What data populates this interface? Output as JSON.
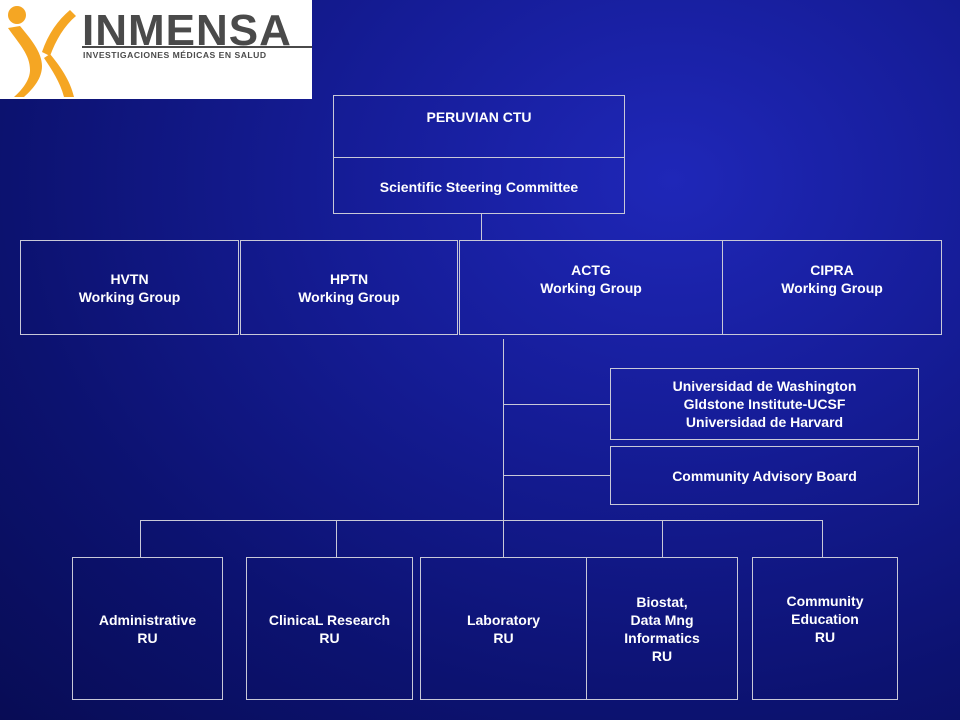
{
  "logo": {
    "brand": "INMENSA",
    "tagline": "INVESTIGACIONES MÉDICAS EN SALUD",
    "icon": "figure-icon",
    "colors": {
      "figure": "#f5a623",
      "text": "#4a4a4a"
    }
  },
  "top": {
    "title": "PERUVIAN CTU",
    "committee": "Scientific  Steering Committee"
  },
  "groups": [
    {
      "name": "HVTN",
      "sub": "Working Group"
    },
    {
      "name": "HPTN",
      "sub": "Working Group"
    },
    {
      "name": "ACTG",
      "sub": "Working Group"
    },
    {
      "name": "CIPRA",
      "sub": "Working Group"
    }
  ],
  "partners": {
    "universities": "Universidad de Washington\nGldstone Institute-UCSF\nUniversidad de Harvard",
    "cab": "Community Advisory Board"
  },
  "units": [
    "Administrative\nRU",
    "ClinicaL Research\nRU",
    "Laboratory\nRU",
    "Biostat,\nData Mng\nInformatics\nRU",
    "Community\nEducation\nRU"
  ],
  "colors": {
    "background": "#151c96",
    "lines": "#c8c8d8",
    "text": "#ffffff"
  }
}
